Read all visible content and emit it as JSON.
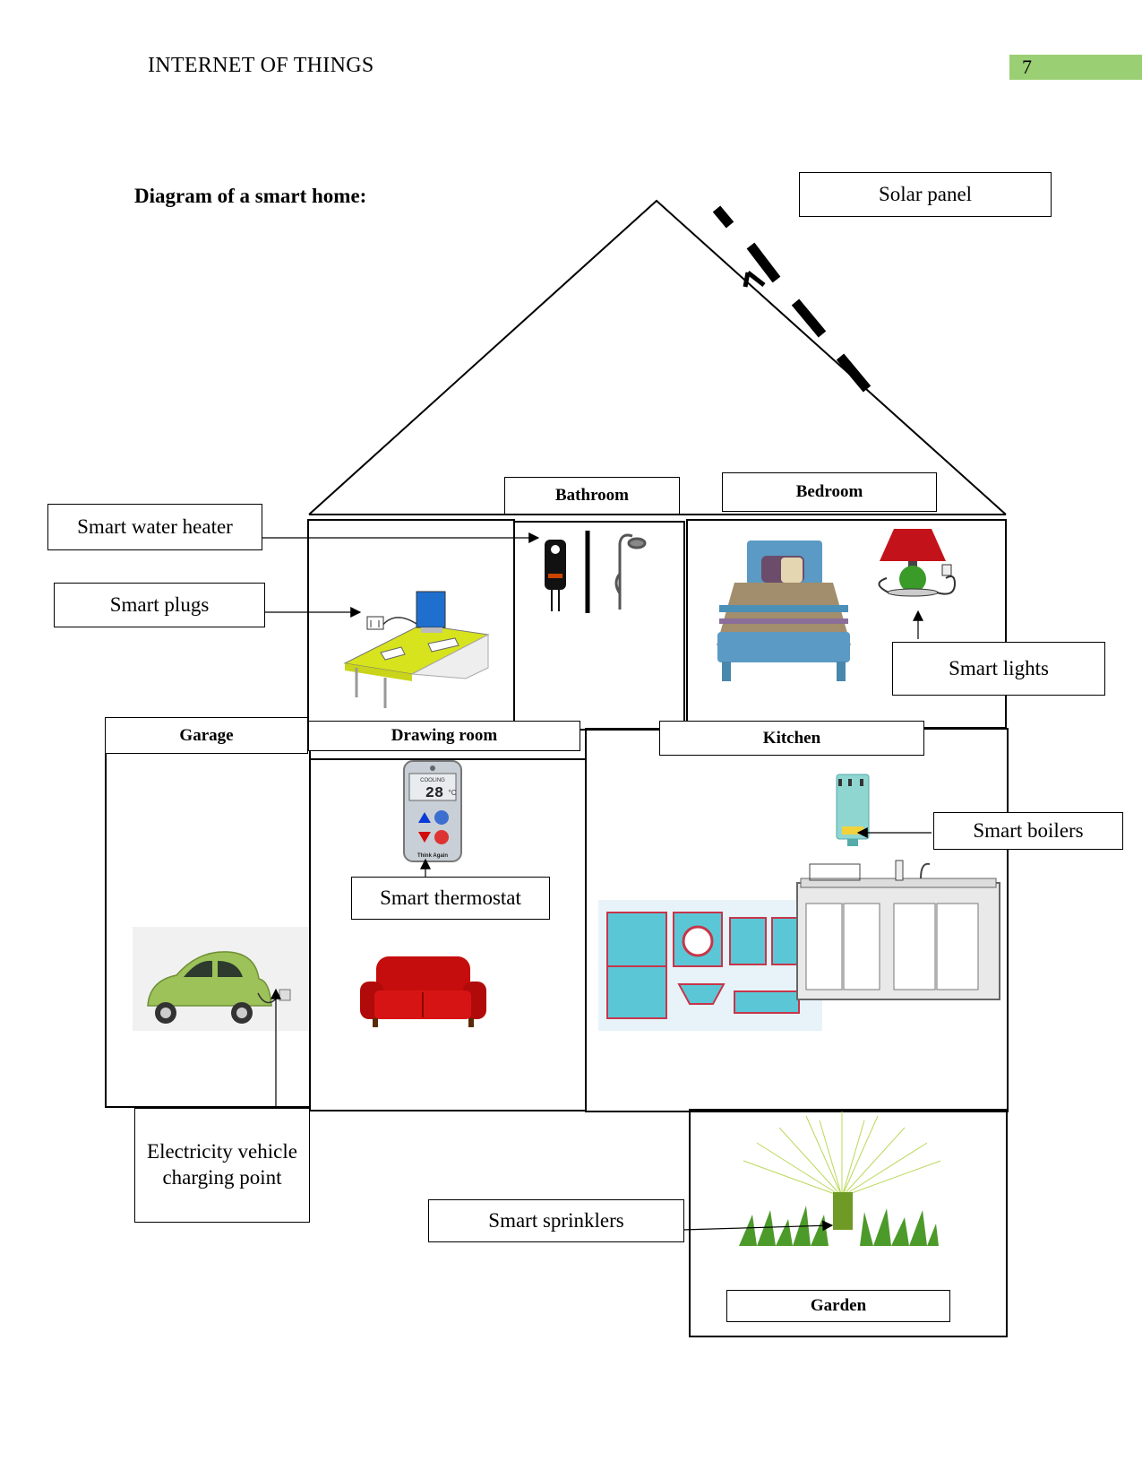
{
  "header": {
    "running_head": "INTERNET OF THINGS",
    "page_number": "7"
  },
  "caption": "Diagram of a smart home:",
  "rooms": {
    "bathroom": "Bathroom",
    "bedroom": "Bedroom",
    "garage": "Garage",
    "drawing_room": "Drawing room",
    "kitchen": "Kitchen",
    "garden": "Garden"
  },
  "devices": {
    "solar_panel": "Solar panel",
    "smart_water_heater": "Smart water heater",
    "smart_plugs": "Smart plugs",
    "smart_lights": "Smart lights",
    "smart_thermostat": "Smart thermostat",
    "smart_boilers": "Smart boilers",
    "ev_charging_point": "Electricity vehicle charging point",
    "smart_sprinklers": "Smart sprinklers"
  },
  "thermostat_display": {
    "mode": "COOLING",
    "temperature": "28",
    "unit": "°C",
    "brand": "Think Again"
  },
  "colors": {
    "page_number_bg": "#9bcf74",
    "sofa": "#cc1111",
    "car": "#9dc25a",
    "appliances": "#5bc7d6",
    "lamp_shade": "#c4121a",
    "grass": "#4c9a2a"
  }
}
